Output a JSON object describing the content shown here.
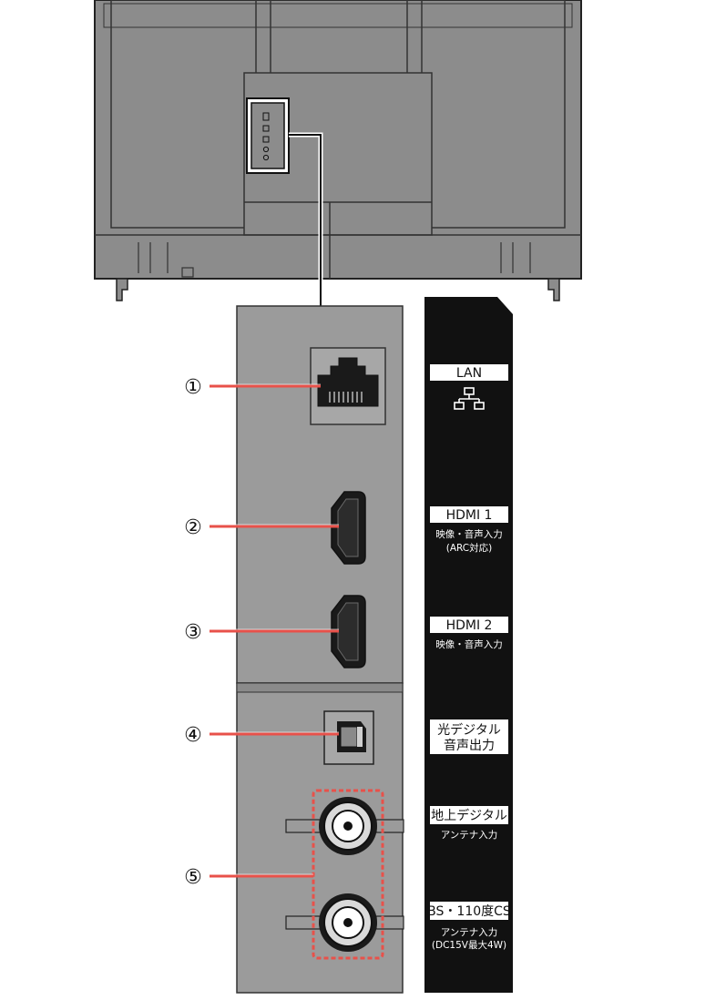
{
  "callouts": [
    "①",
    "②",
    "③",
    "④",
    "⑤"
  ],
  "labels": {
    "lan": {
      "title": "LAN"
    },
    "hdmi1": {
      "title": "HDMI 1",
      "sub1": "映像・音声入力",
      "sub2": "(ARC対応)"
    },
    "hdmi2": {
      "title": "HDMI 2",
      "sub1": "映像・音声入力"
    },
    "optical": {
      "title1": "光デジタル",
      "title2": "音声出力"
    },
    "terrestrial": {
      "title": "地上デジタル",
      "sub1": "アンテナ入力"
    },
    "bscs": {
      "title": "BS・110度CS",
      "sub1": "アンテナ入力",
      "sub2": "(DC15V最大4W)"
    }
  },
  "colors": {
    "tv_body": "#8c8c8c",
    "panel": "#9b9b9b",
    "label_strip": "#111111",
    "callout_line": "#e8514a",
    "dashed_outline": "#e8514a",
    "port_dark": "#1a1a1a"
  },
  "icons": [
    "lan-network-icon"
  ]
}
